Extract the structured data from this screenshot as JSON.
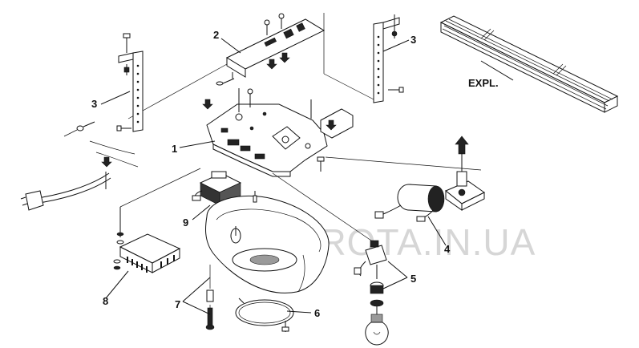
{
  "diagram": {
    "watermark": "VOROTA.IN.UA",
    "expl_label": "EXPL.",
    "callouts": [
      {
        "id": "1",
        "text": "1"
      },
      {
        "id": "2",
        "text": "2"
      },
      {
        "id": "3a",
        "text": "3"
      },
      {
        "id": "3b",
        "text": "3"
      },
      {
        "id": "4",
        "text": "4"
      },
      {
        "id": "5",
        "text": "5"
      },
      {
        "id": "6",
        "text": "6"
      },
      {
        "id": "7",
        "text": "7"
      },
      {
        "id": "8",
        "text": "8"
      },
      {
        "id": "9",
        "text": "9"
      }
    ]
  }
}
